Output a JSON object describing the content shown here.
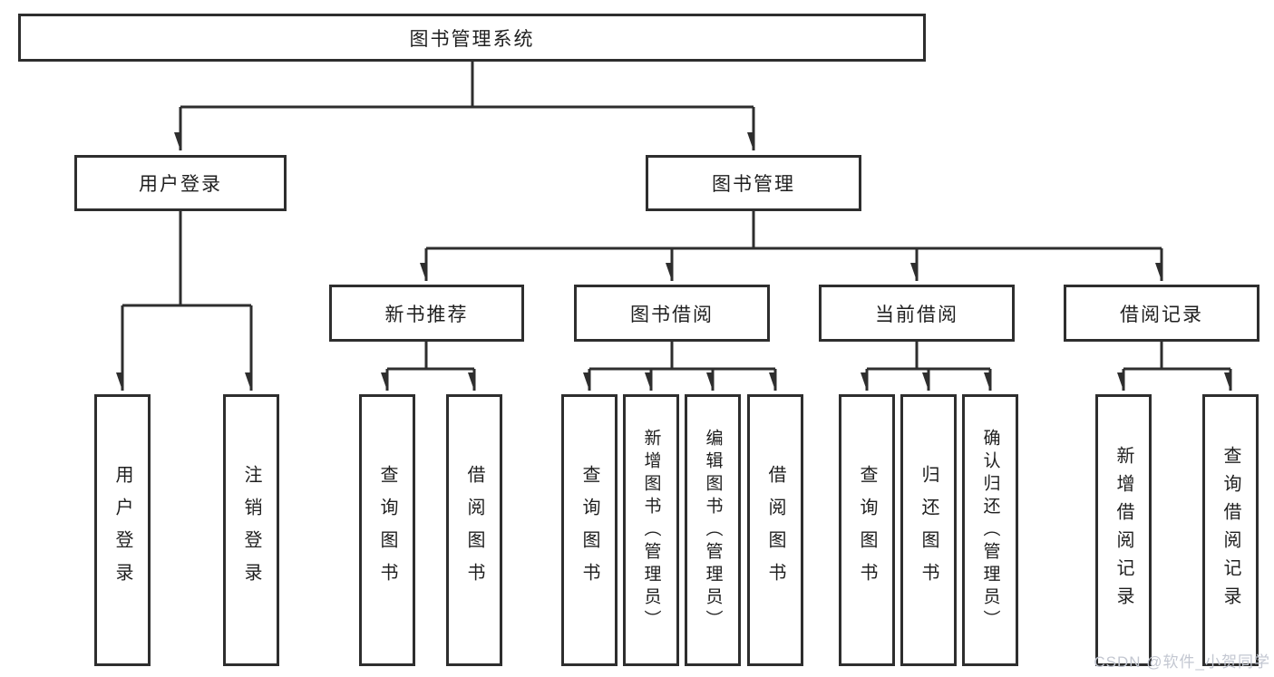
{
  "diagram": {
    "root": {
      "label": "图书管理系统"
    },
    "level2": [
      {
        "label": "用户登录"
      },
      {
        "label": "图书管理"
      }
    ],
    "level3": [
      {
        "label": "新书推荐"
      },
      {
        "label": "图书借阅"
      },
      {
        "label": "当前借阅"
      },
      {
        "label": "借阅记录"
      }
    ],
    "leaves": {
      "user_login": [
        {
          "label": "用户登录"
        },
        {
          "label": "注销登录"
        }
      ],
      "new_book_recommend": [
        {
          "label": "查询图书"
        },
        {
          "label": "借阅图书"
        }
      ],
      "book_borrow": [
        {
          "label": "查询图书"
        },
        {
          "label": "新增图书（管理员）"
        },
        {
          "label": "编辑图书（管理员）"
        },
        {
          "label": "借阅图书"
        }
      ],
      "current_borrow": [
        {
          "label": "查询图书"
        },
        {
          "label": "归还图书"
        },
        {
          "label": "确认归还（管理员）"
        }
      ],
      "borrow_records": [
        {
          "label": "新增借阅记录"
        },
        {
          "label": "查询借阅记录"
        }
      ]
    },
    "watermark": {
      "text": "CSDN @软件_小贺同学"
    },
    "colors": {
      "line": "#2e2e2e",
      "box_border": "#2e2e2e",
      "text": "#1f1f1f",
      "background": "#ffffff",
      "watermark": "#c3c7d1"
    }
  }
}
